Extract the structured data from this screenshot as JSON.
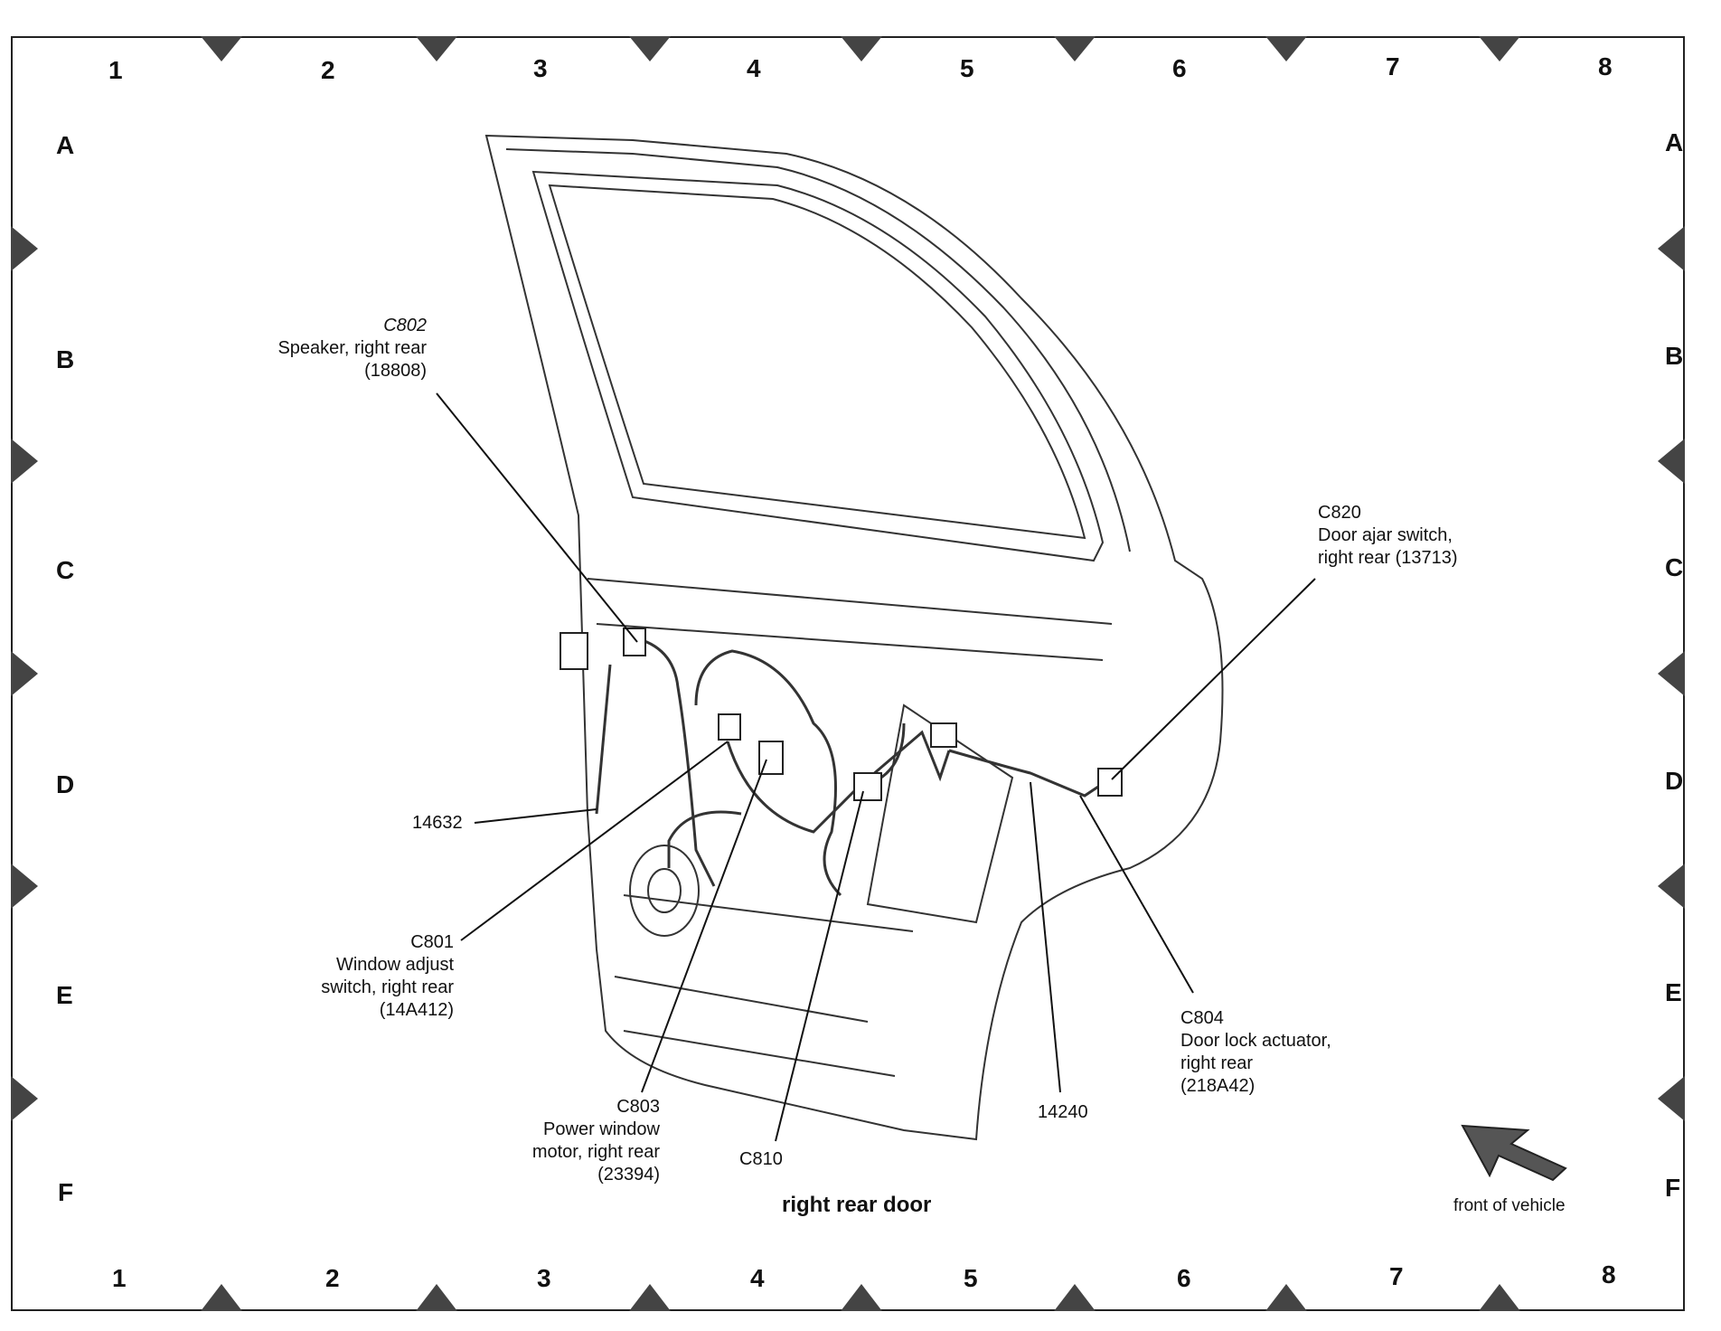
{
  "grid": {
    "columns": [
      "1",
      "2",
      "3",
      "4",
      "5",
      "6",
      "7",
      "8"
    ],
    "rows": [
      "A",
      "B",
      "C",
      "D",
      "E",
      "F"
    ]
  },
  "title": "right rear door",
  "orientation_label": "front of vehicle",
  "callouts": {
    "c802": {
      "id": "C802",
      "line1": "Speaker, right rear",
      "line2": "(18808)"
    },
    "c820": {
      "id": "C820",
      "line1": "Door ajar switch,",
      "line2": "right rear (13713)"
    },
    "h14632": {
      "id": "14632"
    },
    "c801": {
      "id": "C801",
      "line1": "Window adjust",
      "line2": "switch, right rear",
      "line3": "(14A412)"
    },
    "c803": {
      "id": "C803",
      "line1": "Power window",
      "line2": "motor, right rear",
      "line3": "(23394)"
    },
    "c810": {
      "id": "C810"
    },
    "h14240": {
      "id": "14240"
    },
    "c804": {
      "id": "C804",
      "line1": "Door lock actuator,",
      "line2": "right rear",
      "line3": "(218A42)"
    }
  },
  "icons": {
    "front_arrow": "arrow-left-up-icon"
  }
}
